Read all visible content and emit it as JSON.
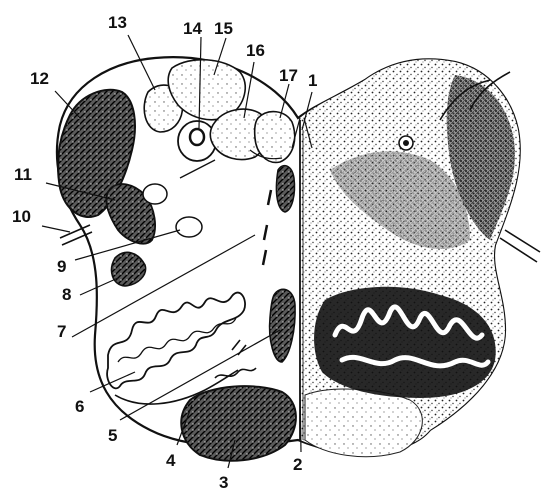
{
  "figure": {
    "labels": [
      "1",
      "2",
      "3",
      "4",
      "5",
      "6",
      "7",
      "8",
      "9",
      "10",
      "11",
      "12",
      "13",
      "14",
      "15",
      "16",
      "17"
    ]
  }
}
